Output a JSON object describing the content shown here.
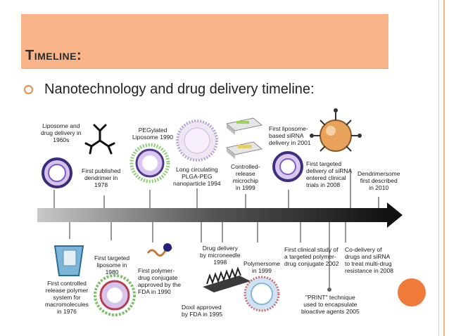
{
  "slide": {
    "title": "Timeline:",
    "bullet": "Nanotechnology and drug delivery timeline:"
  },
  "colors": {
    "title_band": "#f9b48a",
    "accent": "#f07a3a",
    "timeline_bar": "#1a1a1a"
  },
  "timeline": {
    "above": [
      {
        "id": "liposome-1960s",
        "lines": [
          "Liposome and",
          "drug delivery in",
          "1960s"
        ]
      },
      {
        "id": "dendrimer-1978",
        "lines": [
          "First published",
          "dendrimer in",
          "1978"
        ]
      },
      {
        "id": "pegylated-1990",
        "lines": [
          "PEGylated",
          "Liposome 1990"
        ]
      },
      {
        "id": "plga-peg-1994",
        "lines": [
          "Long circulating",
          "PLGA-PEG",
          "nanoparticle 1994"
        ]
      },
      {
        "id": "microchip-1999",
        "lines": [
          "Controlled-",
          "release",
          "microchip",
          "in 1999"
        ]
      },
      {
        "id": "sirna-2001",
        "lines": [
          "First liposome-",
          "based siRNA",
          "delivery in 2001"
        ]
      },
      {
        "id": "targeted-sirna-2008",
        "lines": [
          "First targeted",
          "delivery of siRNA",
          "entered clinical",
          "trials in 2008"
        ]
      },
      {
        "id": "dendrimersome-2010",
        "lines": [
          "Dendrimersome",
          "first described",
          "in 2010"
        ]
      }
    ],
    "below": [
      {
        "id": "polymer-1976",
        "lines": [
          "First controlled",
          "release polymer",
          "system for",
          "macromolecules",
          "in 1976"
        ]
      },
      {
        "id": "targeted-liposome-1980",
        "lines": [
          "First targeted",
          "liposome in",
          "1980"
        ]
      },
      {
        "id": "polymer-drug-1990",
        "lines": [
          "First polymer-",
          "drug conjugate",
          "approved by the",
          "FDA in 1990"
        ]
      },
      {
        "id": "microneedle-1998",
        "lines": [
          "Drug delivery",
          "by microneedle",
          "1998"
        ]
      },
      {
        "id": "doxil-1995",
        "lines": [
          "Doxil approved",
          "by FDA in 1995"
        ]
      },
      {
        "id": "polymersome-1999",
        "lines": [
          "Polymersome",
          "in 1999"
        ]
      },
      {
        "id": "clinical-2002",
        "lines": [
          "First clinical study of",
          "a targeted polymer-",
          "drug conjugate 2002"
        ]
      },
      {
        "id": "print-2005",
        "lines": [
          "\"PRINT\" technique",
          "used to encapsulate",
          "bioactive agents 2005"
        ]
      },
      {
        "id": "codelivery-2008",
        "lines": [
          "Co-delivery of",
          "drugs and siRNA",
          "to treat multi-drug",
          "resistance in 2008"
        ]
      }
    ]
  }
}
